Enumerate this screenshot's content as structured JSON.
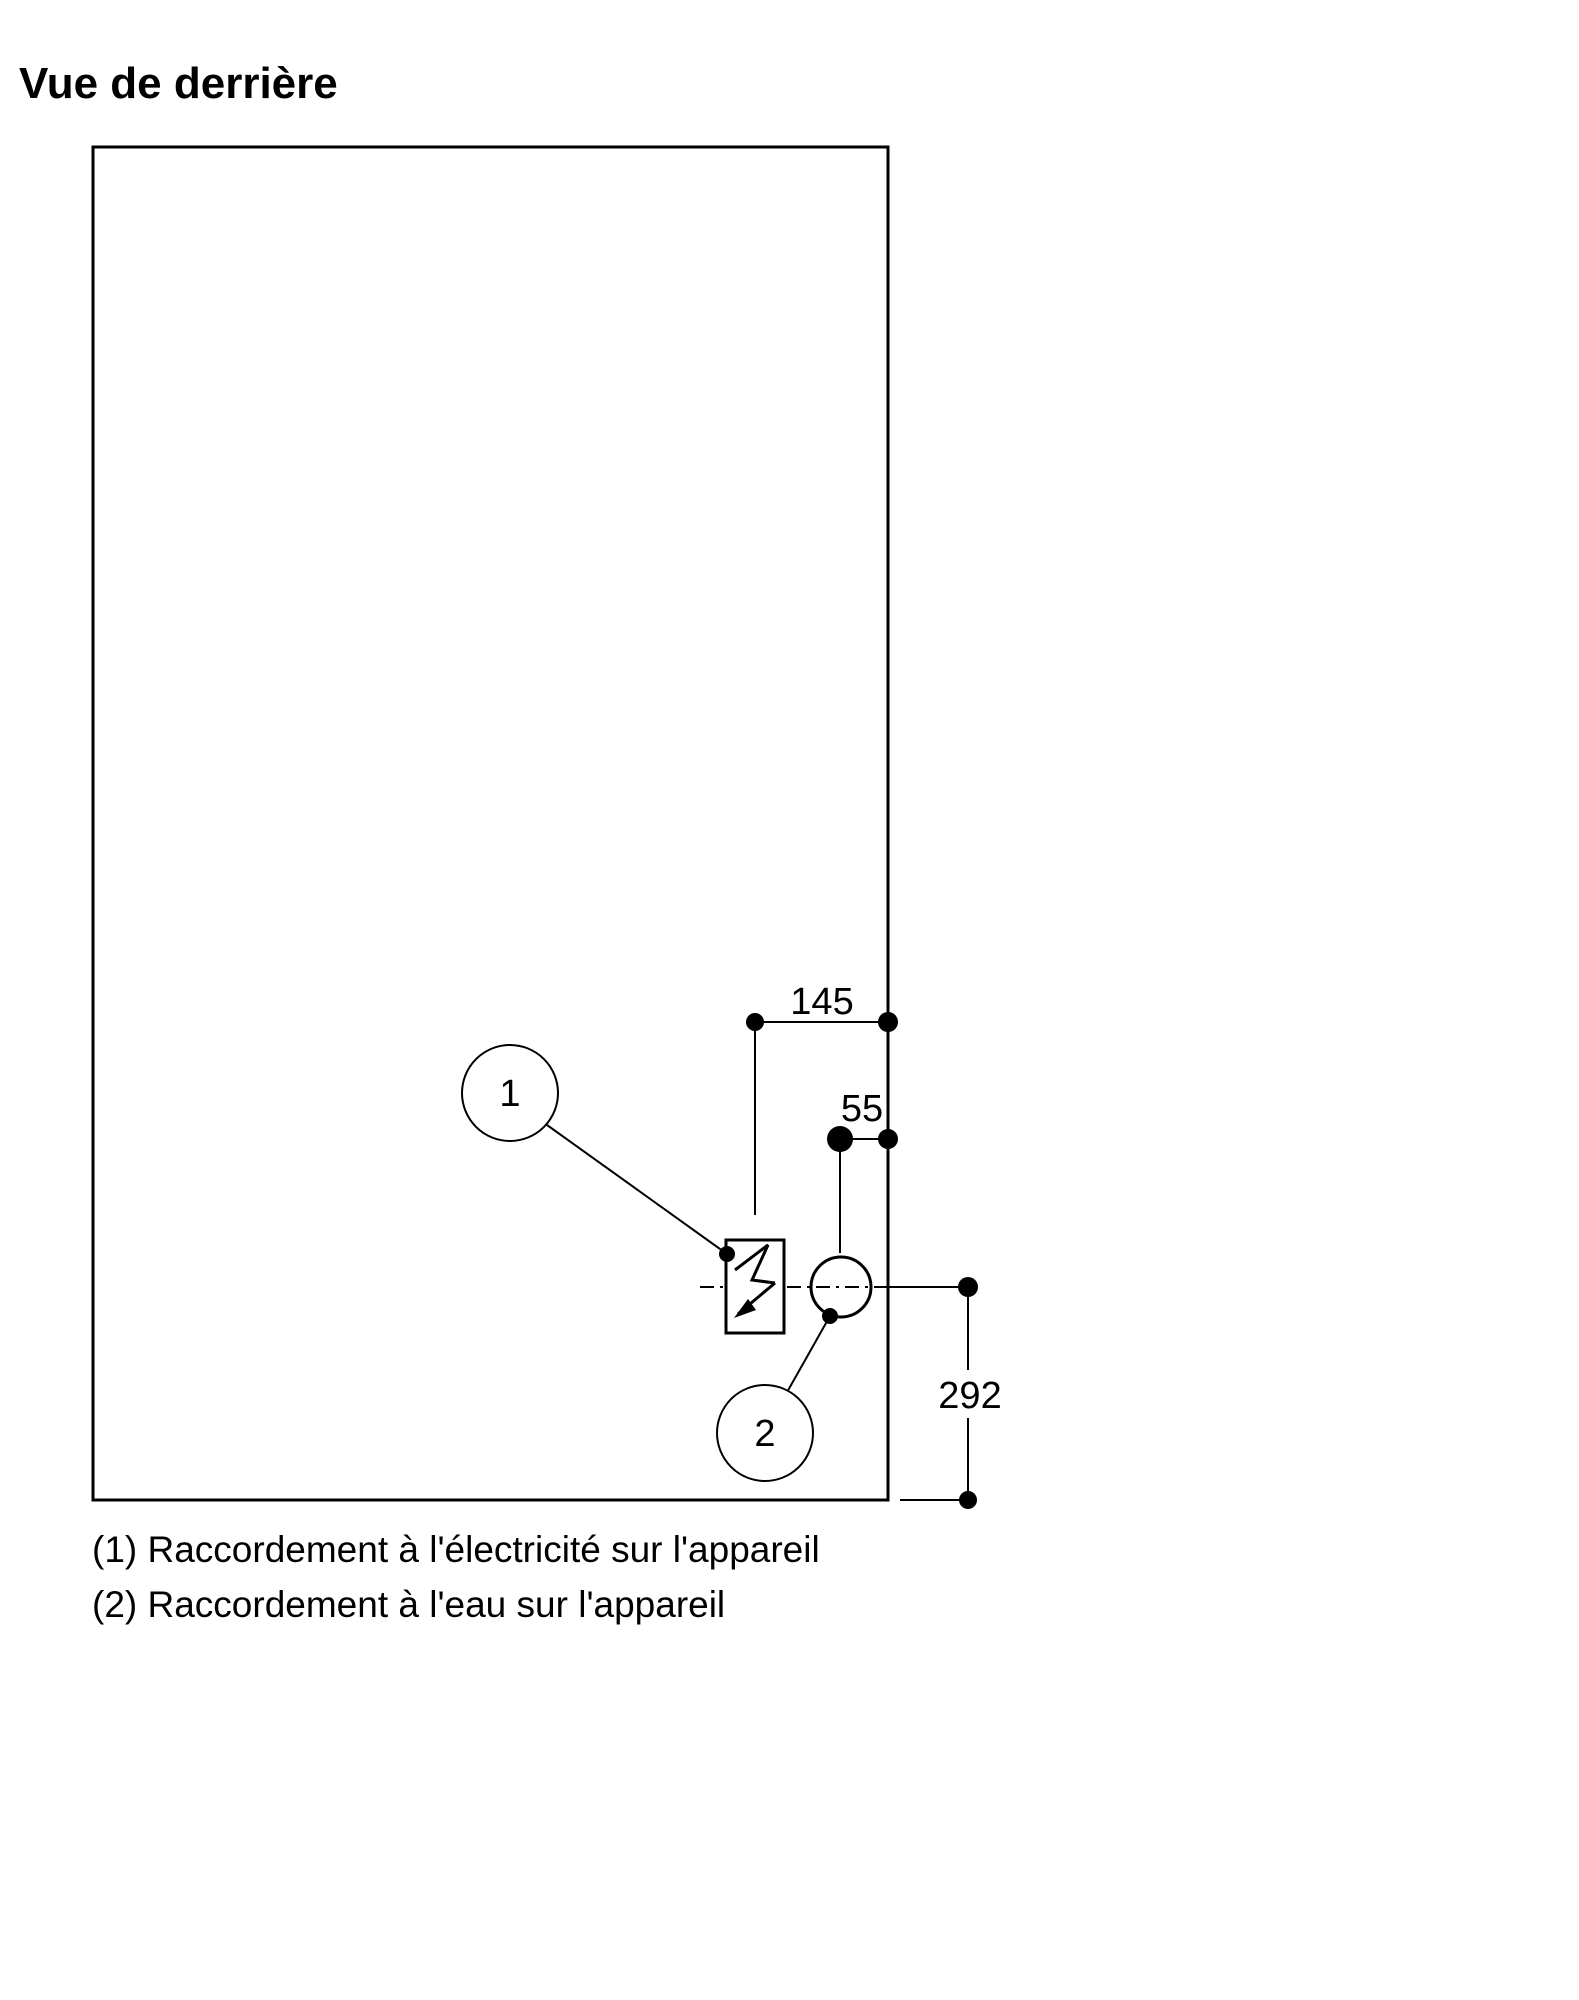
{
  "title": "Vue de derrière",
  "dimensions": {
    "top_offset": "145",
    "water_offset": "55",
    "height": "292"
  },
  "callouts": {
    "electric": "1",
    "water": "2"
  },
  "legend": [
    "(1) Raccordement à l'électricité sur l'appareil",
    "(2) Raccordement à l'eau sur l'appareil"
  ]
}
